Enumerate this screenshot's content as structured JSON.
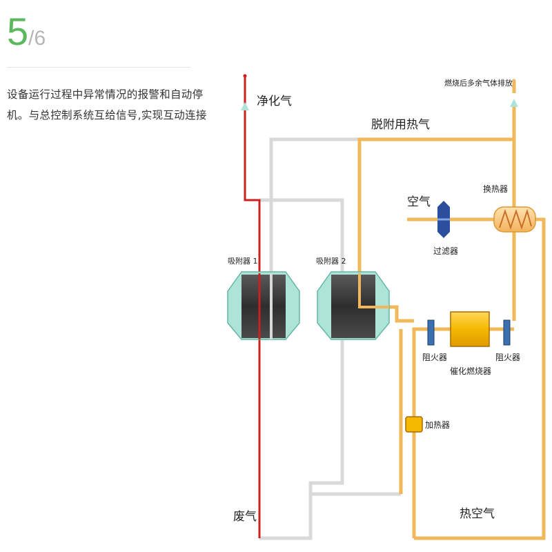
{
  "step": {
    "current": "5",
    "separator": "/",
    "total": "6"
  },
  "description": [
    "设备运行过程中异常情况的报警和自动停",
    "机。与总控制系统互给信号,实现互动连接"
  ],
  "diagram": {
    "labels": {
      "clean_gas": "净化气",
      "desorption_hot_gas": "脱附用热气",
      "exhaust_after_combustion": "燃烧后多余气体排放",
      "air": "空气",
      "heat_exchanger": "换热器",
      "filter": "过滤器",
      "adsorber1": "吸附器 1",
      "adsorber2": "吸附器 2",
      "flame_arrester_left": "阻火器",
      "flame_arrester_right": "阻火器",
      "catalytic_combustor": "催化燃烧器",
      "heater": "加热器",
      "waste_gas": "废气",
      "hot_air": "热空气"
    },
    "colors": {
      "waste_line": "#cc1f1f",
      "hot_line": "#f0b85a",
      "cold_line": "#d9d9d9",
      "adsorber_shell": "#aee3d7",
      "adsorber_core": "#3a3a3a",
      "combustor": "#f5b800",
      "arrester": "#3a6fb0",
      "filter": "#2b4f9e",
      "accent": "#5cb85c"
    }
  }
}
